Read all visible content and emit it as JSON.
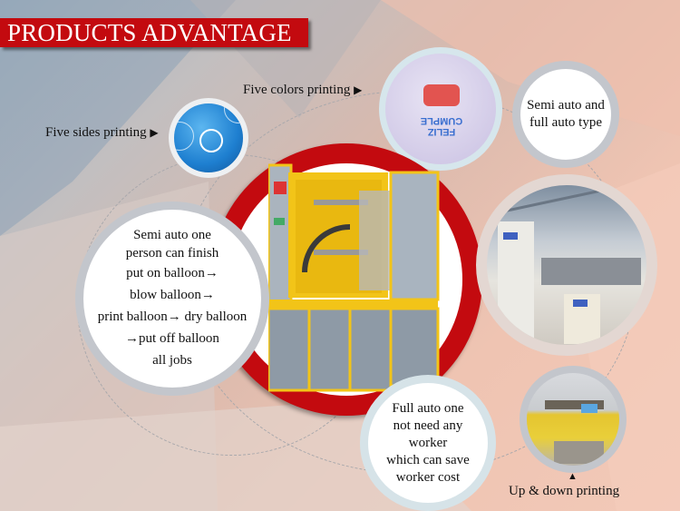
{
  "title": "PRODUCTS ADVANTAGE",
  "features": {
    "five_sides": {
      "label": "Five sides printing",
      "arrow": "▶"
    },
    "five_colors": {
      "label": "Five colors printing",
      "arrow": "▶",
      "balloon_text": "FELIZ CUMPLE"
    },
    "semi_full": {
      "lines": [
        "Semi auto and",
        "full auto type"
      ]
    },
    "semi_auto": {
      "lines": [
        "Semi auto one",
        "person can finish",
        "put on balloon→",
        "blow balloon→",
        "print balloon→ dry balloon",
        "→put off balloon",
        "all jobs"
      ]
    },
    "full_auto": {
      "lines": [
        "Full auto one",
        "not need any",
        "worker",
        "which can save",
        "worker cost"
      ]
    },
    "up_down": {
      "label": "Up & down printing",
      "arrow": "▲"
    }
  },
  "colors": {
    "accent_red": "#c30a0f",
    "ball_blue": "#1e88d8",
    "machine_yellow": "#f2c418",
    "panel_gray": "#8e9aa6"
  }
}
